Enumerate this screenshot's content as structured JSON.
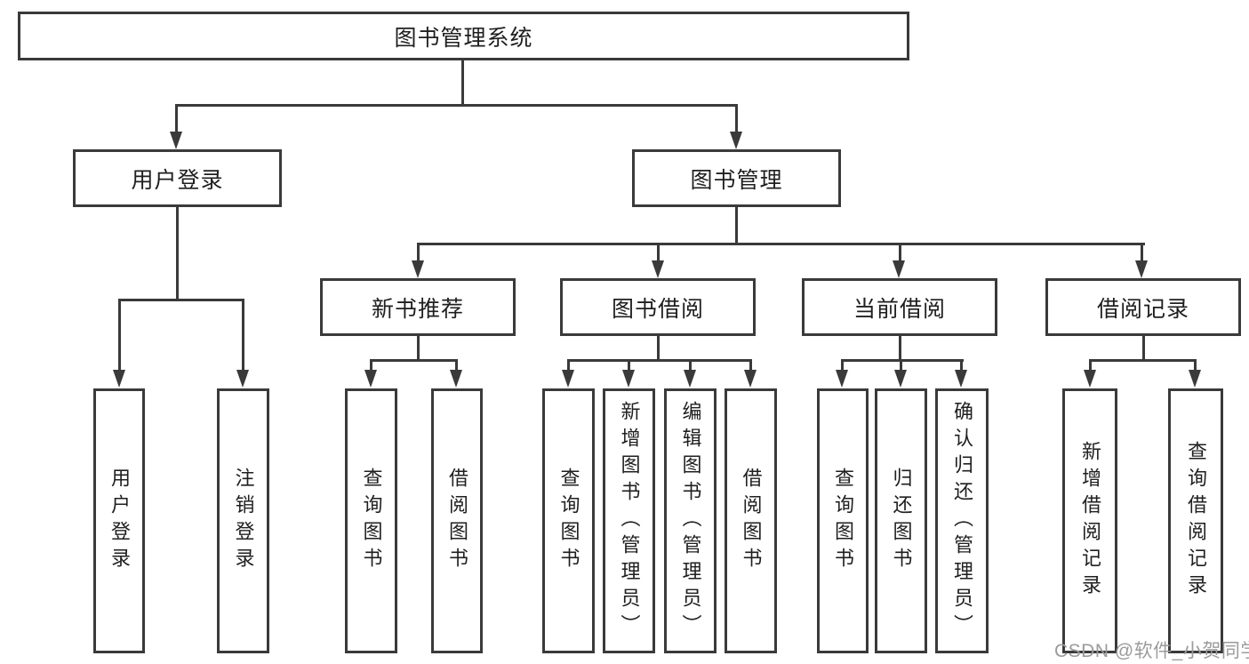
{
  "diagram": {
    "root": {
      "label": "图书管理系统"
    },
    "level2": [
      {
        "label": "用户登录"
      },
      {
        "label": "图书管理"
      }
    ],
    "level3": [
      {
        "label": "新书推荐"
      },
      {
        "label": "图书借阅"
      },
      {
        "label": "当前借阅"
      },
      {
        "label": "借阅记录"
      }
    ],
    "leaves": {
      "user": [
        "用户登录",
        "注销登录"
      ],
      "new_books": [
        "查询图书",
        "借阅图书"
      ],
      "book_borrow": [
        "查询图书",
        "新增图书（管理员）",
        "编辑图书（管理员）",
        "借阅图书"
      ],
      "current_borrow": [
        "查询图书",
        "归还图书",
        "确认归还（管理员）"
      ],
      "borrow_records": [
        "新增借阅记录",
        "查询借阅记录"
      ]
    }
  },
  "watermark": "CSDN @软件_小贺同学",
  "colors": {
    "line": "#3a3a3a",
    "text": "#1f1f1f",
    "watermark": "#9b9b9b",
    "background": "#ffffff"
  }
}
